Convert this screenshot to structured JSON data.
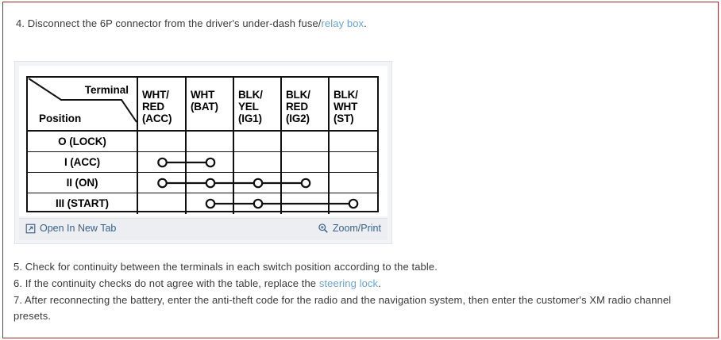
{
  "page": {
    "border_color": "#9e2a2a",
    "link_color": "#6aa3d5"
  },
  "steps": {
    "step4": {
      "text_before": "4. Disconnect the 6P connector from the driver's under-dash fuse/",
      "link": "relay box",
      "text_after": "."
    },
    "step5": "5. Check for continuity between the terminals in each switch position according to the table.",
    "step6": {
      "text_before": "6. If the continuity checks do not agree with the table, replace the ",
      "link": "steering lock",
      "text_after": "."
    },
    "step7": "7. After reconnecting the battery, enter the anti-theft code for the radio and the navigation system, then enter the customer's XM radio channel presets."
  },
  "figure": {
    "footer": {
      "open_in_new_tab": "Open In New Tab",
      "zoom_print": "Zoom/Print"
    },
    "table": {
      "corner": {
        "terminal_label": "Terminal",
        "position_label": "Position"
      },
      "columns": [
        {
          "id": "acc",
          "line1": "WHT/",
          "line2": "RED",
          "line3": "(ACC)"
        },
        {
          "id": "bat",
          "line1": "",
          "line2": "WHT",
          "line3": "(BAT)"
        },
        {
          "id": "ig1",
          "line1": "BLK/",
          "line2": "YEL",
          "line3": "(IG1)"
        },
        {
          "id": "ig2",
          "line1": "BLK/",
          "line2": "RED",
          "line3": "(IG2)"
        },
        {
          "id": "st",
          "line1": "BLK/",
          "line2": "WHT",
          "line3": "(ST)"
        }
      ],
      "rows": [
        {
          "label": "O (LOCK)",
          "dots": [],
          "spans": []
        },
        {
          "label": "I (ACC)",
          "dots": [
            "acc",
            "bat"
          ],
          "spans": [
            [
              "acc",
              "bat"
            ]
          ]
        },
        {
          "label": "II (ON)",
          "dots": [
            "acc",
            "bat",
            "ig1",
            "ig2"
          ],
          "spans": [
            [
              "acc",
              "ig2"
            ]
          ]
        },
        {
          "label": "III (START)",
          "dots": [
            "bat",
            "ig1",
            "st"
          ],
          "spans": [
            [
              "bat",
              "st"
            ]
          ]
        }
      ]
    }
  }
}
